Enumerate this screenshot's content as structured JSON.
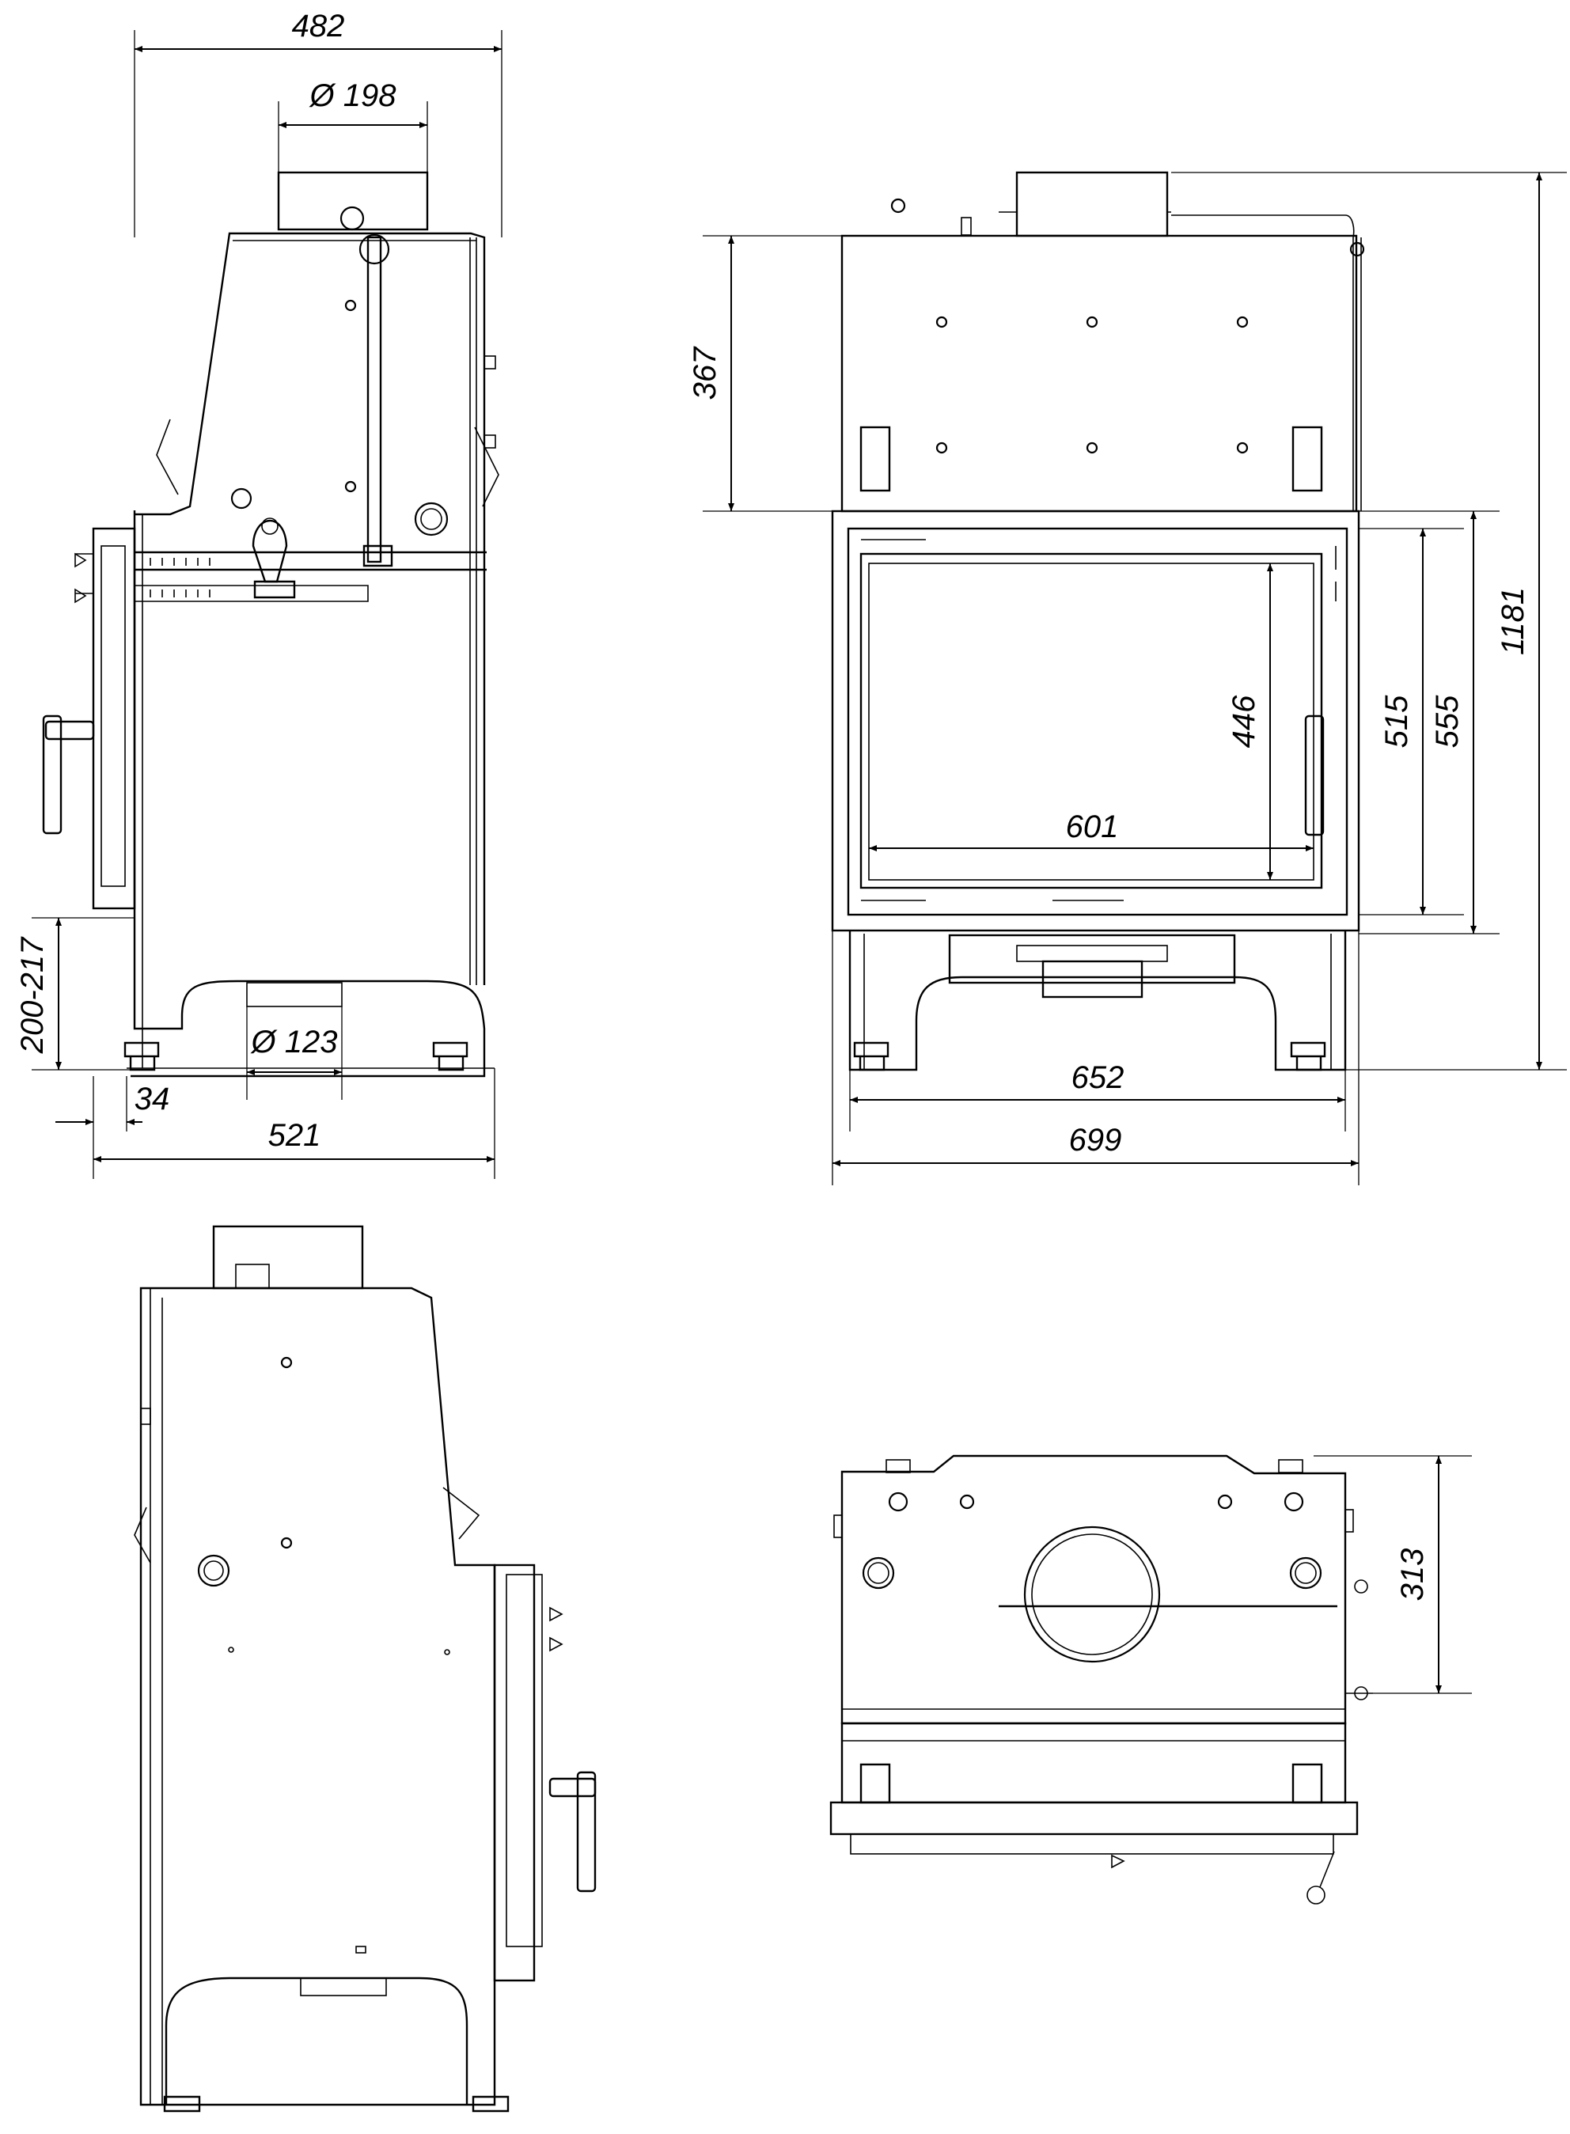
{
  "dimensions": {
    "top_width": "482",
    "flue_diameter": "Ø 198",
    "left_height_adjust": "200-217",
    "bottom_flue_diameter": "Ø 123",
    "leg_offset": "34",
    "side_depth": "521",
    "front_upper_height": "367",
    "glass_height": "446",
    "door_height": "515",
    "front_lower_height": "555",
    "total_height": "1181",
    "glass_width": "601",
    "legs_width": "652",
    "total_width": "699",
    "top_view_depth": "313"
  }
}
